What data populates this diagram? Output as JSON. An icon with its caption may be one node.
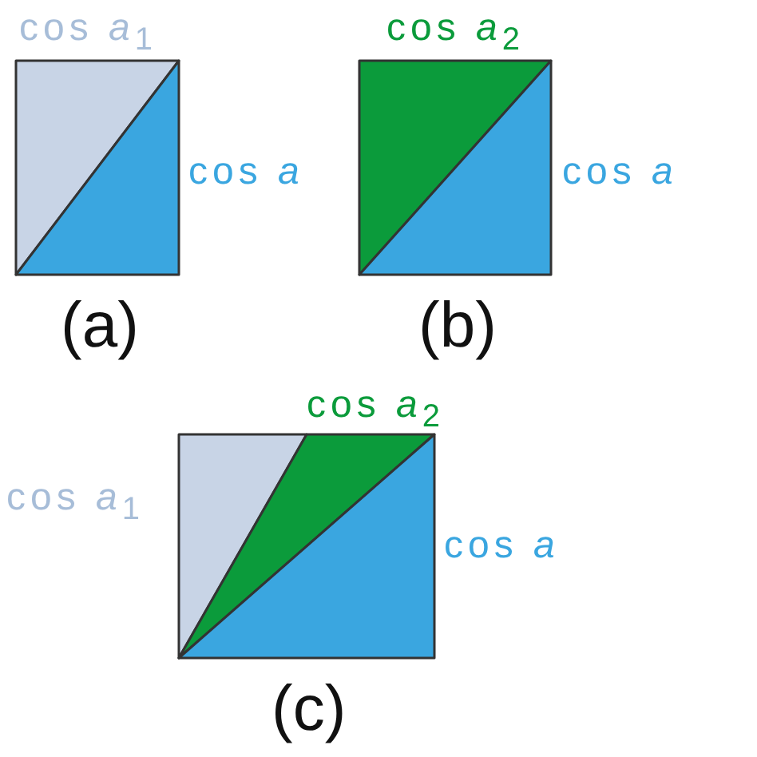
{
  "diagram": {
    "labels": [
      "cos *a*$_{1}$",
      "cos *a*$_{2}$",
      "cos *a*",
      "cos *a*",
      "(a)",
      "(b)",
      "cos *a*$_{2}$",
      "cos *a*$_{1}$",
      "cos *a*",
      "(c)"
    ]
  }
}
